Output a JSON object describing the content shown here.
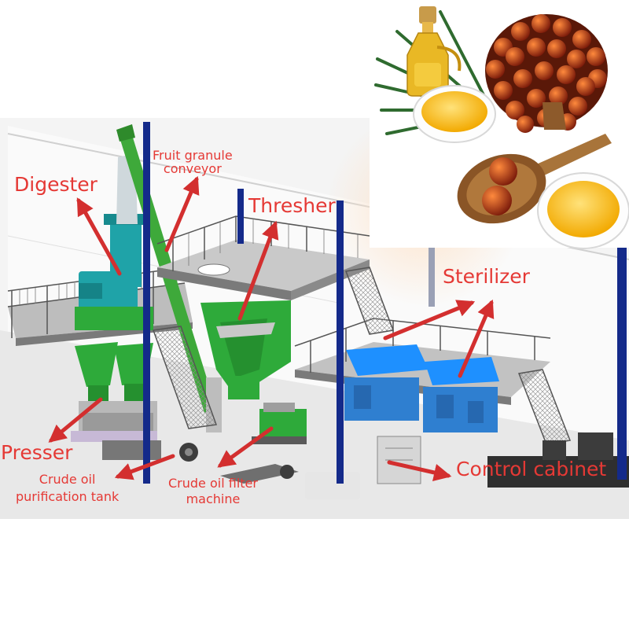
{
  "labels": {
    "digester": "Digester",
    "fruit_granule_conveyor_line1": "Fruit granule",
    "fruit_granule_conveyor_line2": "conveyor",
    "thresher": "Thresher",
    "sterilizer": "Sterilizer",
    "presser": "Presser",
    "crude_oil_purification_tank_line1": "Crude oil",
    "crude_oil_purification_tank_line2": "purification tank",
    "crude_oil_filter_machine_line1": "Crude oil filter",
    "crude_oil_filter_machine_line2": "machine",
    "control_cabinet": "Control cabinet"
  },
  "colors": {
    "label_text": "#e53935",
    "arrow": "#d32f2f",
    "machine_green": "#2eaa3a",
    "machine_teal": "#1fa3a8",
    "tank_blue": "#2f7fd0",
    "steel_post": "#142a8a",
    "floor": "#ececec",
    "palm_fruit": "#d9541e",
    "palm_oil": "#f6c21a"
  },
  "icons": {
    "oil_bottle": "oil-bottle-icon",
    "palm_fruit_bunch": "palm-fruit-bunch-icon",
    "oil_bowl": "oil-bowl-icon",
    "wooden_spoon": "wooden-spoon-icon"
  }
}
